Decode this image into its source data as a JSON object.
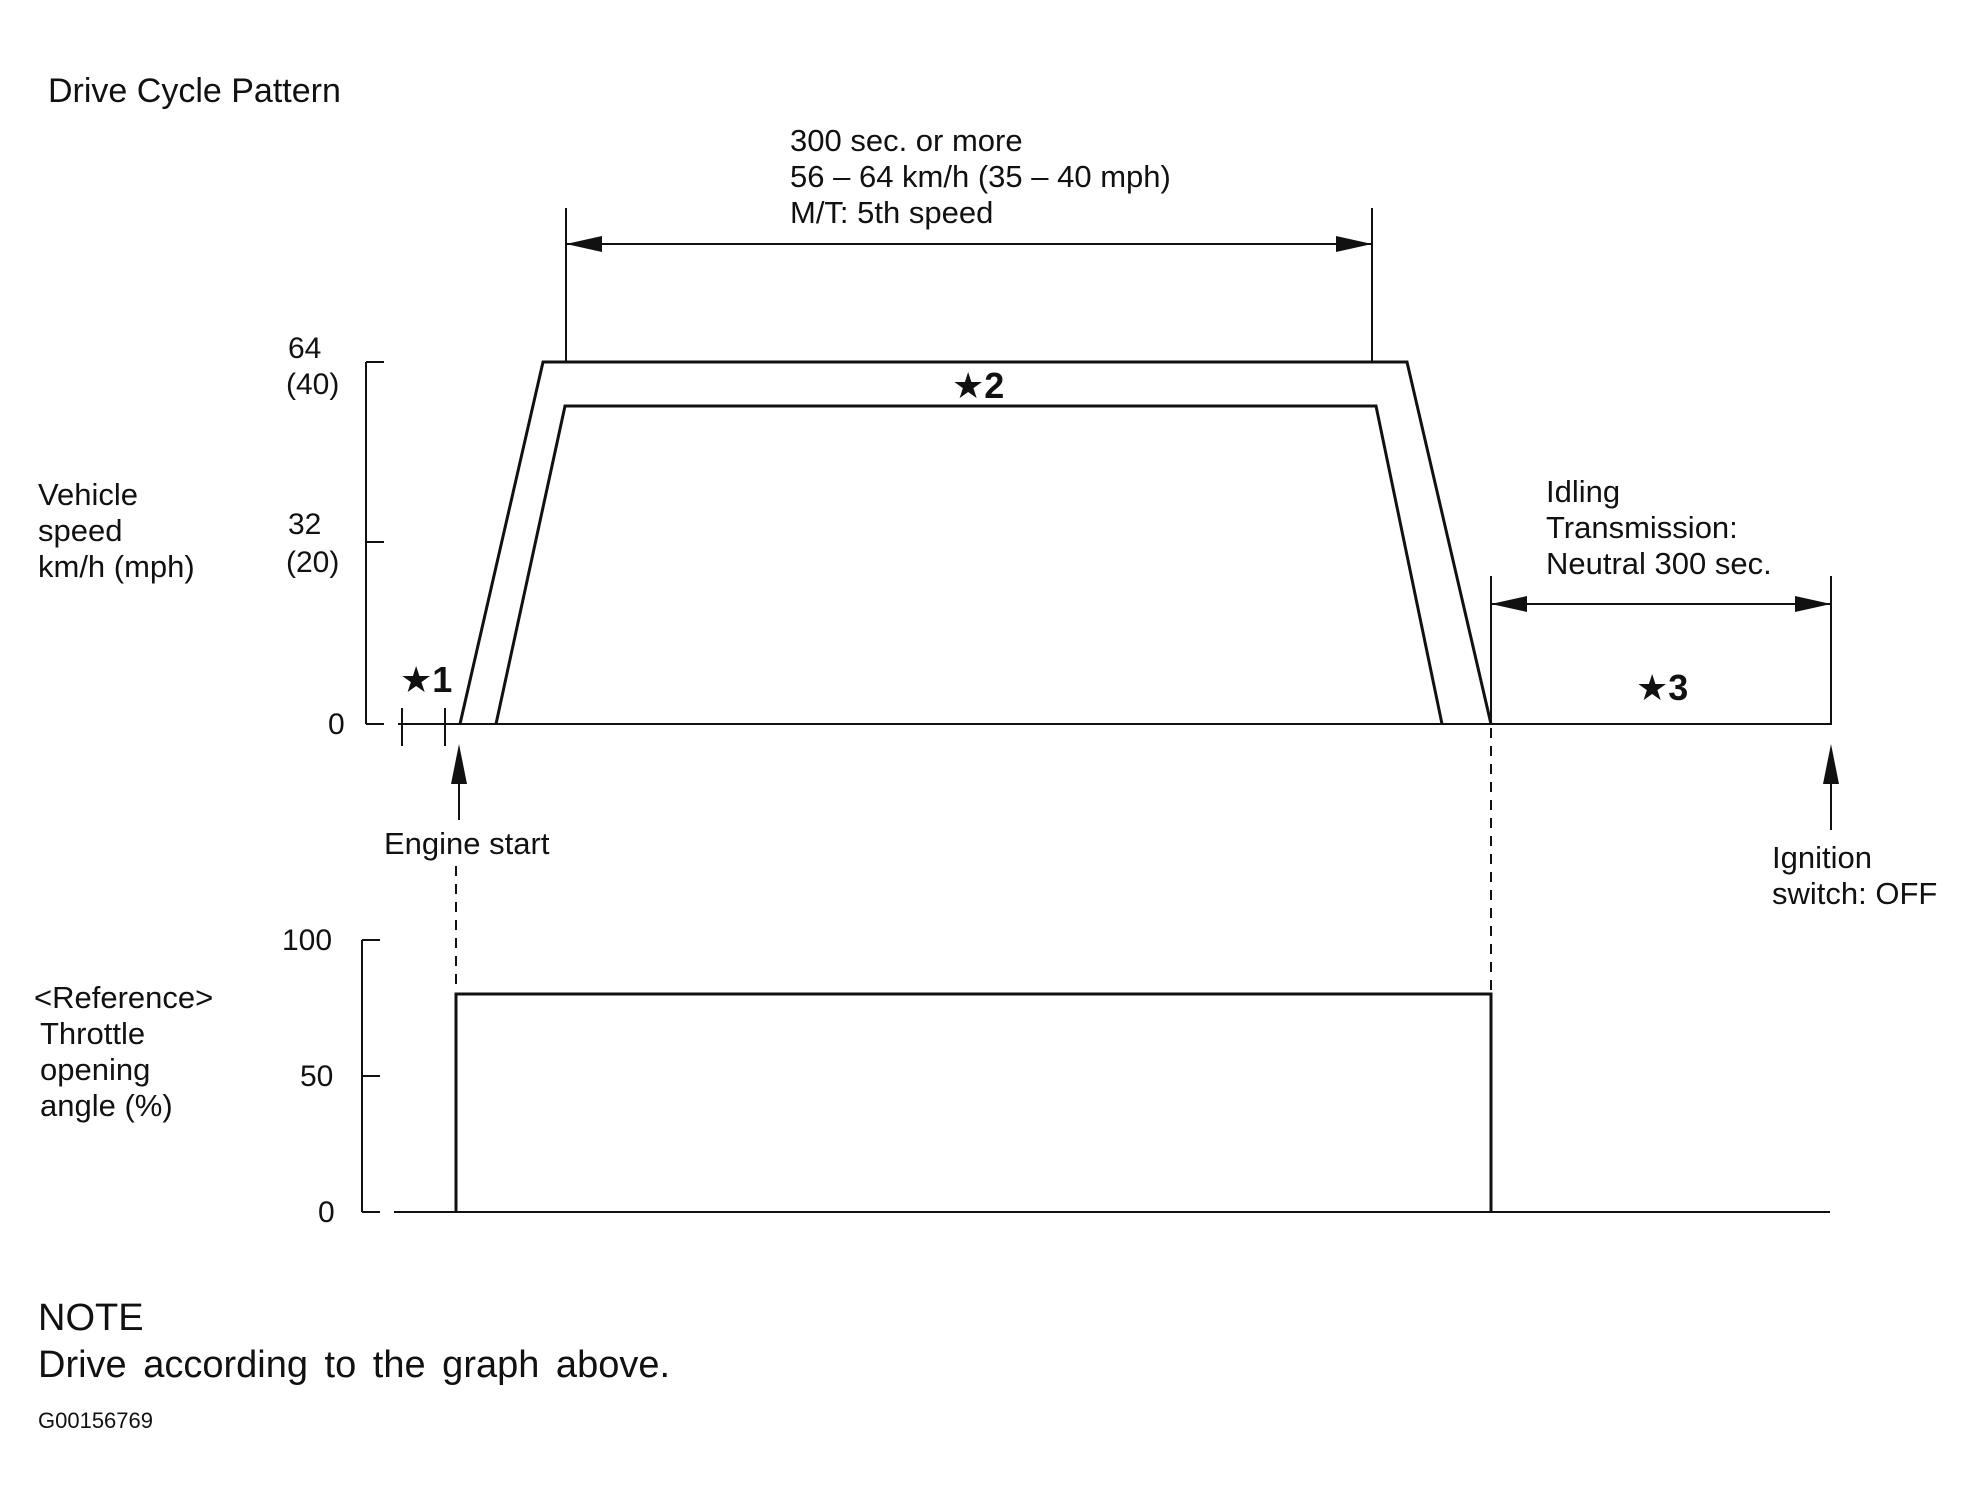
{
  "title": "Drive Cycle Pattern",
  "cruise_annotation": {
    "line1": "300 sec. or more",
    "line2": "56 – 64 km/h (35 – 40 mph)",
    "line3": "M/T: 5th speed"
  },
  "speed_axis": {
    "label_line1": "Vehicle",
    "label_line2": "speed",
    "label_line3": "km/h (mph)",
    "tick_top_kmh": "64",
    "tick_top_mph": "(40)",
    "tick_mid_kmh": "32",
    "tick_mid_mph": "(20)",
    "tick_zero": "0"
  },
  "speed_profile_kmh": {
    "cruise_upper": 64,
    "cruise_lower": 56,
    "axis_max": 64
  },
  "throttle_axis": {
    "label_line1": "<Reference>",
    "label_line2": "Throttle",
    "label_line3": "opening",
    "label_line4": "angle (%)",
    "tick_100": "100",
    "tick_50": "50",
    "tick_0": "0"
  },
  "throttle_profile_percent": {
    "level": 80,
    "axis_max": 100
  },
  "markers": {
    "star1": "★1",
    "star2": "★2",
    "star3": "★3"
  },
  "idle_annotation": {
    "line1": "Idling",
    "line2": "Transmission:",
    "line3": "Neutral 300 sec."
  },
  "events": {
    "engine_start": "Engine start",
    "ignition_line1": "Ignition",
    "ignition_line2": "switch: OFF"
  },
  "note": {
    "heading": "NOTE",
    "text": "Drive according to the graph above."
  },
  "figure_id": "G00156769"
}
